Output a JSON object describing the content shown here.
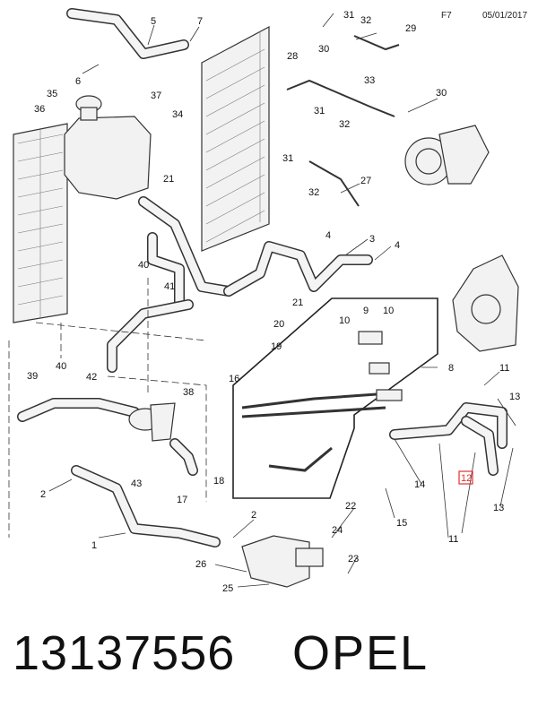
{
  "header": {
    "page_code": "F7",
    "date": "05/01/2017"
  },
  "footer": {
    "part_number": "13137556",
    "brand": "OPEL"
  },
  "highlight_color": "#e03030",
  "highlighted_callout": "12",
  "callouts": {
    "c1": "1",
    "c2a": "2",
    "c2b": "2",
    "c3": "3",
    "c4a": "4",
    "c4b": "4",
    "c5": "5",
    "c6": "6",
    "c7": "7",
    "c8": "8",
    "c9": "9",
    "c10a": "10",
    "c10b": "10",
    "c11a": "11",
    "c11b": "11",
    "c12": "12",
    "c13a": "13",
    "c13b": "13",
    "c14": "14",
    "c15": "15",
    "c16": "16",
    "c17": "17",
    "c18": "18",
    "c19": "19",
    "c20": "20",
    "c21a": "21",
    "c21b": "21",
    "c22": "22",
    "c23": "23",
    "c24": "24",
    "c25": "25",
    "c26": "26",
    "c27": "27",
    "c28": "28",
    "c29": "29",
    "c30a": "30",
    "c30b": "30",
    "c31a": "31",
    "c31b": "31",
    "c31c": "31",
    "c32a": "32",
    "c32b": "32",
    "c32c": "32",
    "c33": "33",
    "c34": "34",
    "c35": "35",
    "c36": "36",
    "c37": "37",
    "c38": "38",
    "c39": "39",
    "c40a": "40",
    "c40b": "40",
    "c41": "41",
    "c42": "42",
    "c43": "43"
  }
}
